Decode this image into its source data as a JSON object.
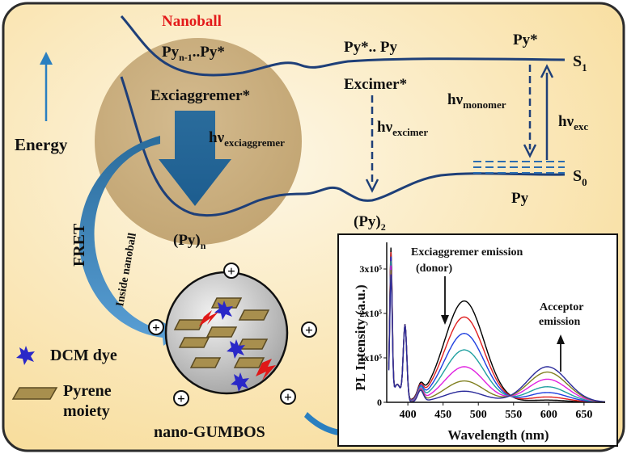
{
  "title": "Nanoball",
  "energy_label": "Energy",
  "states": {
    "s1": "S",
    "s1_sub": "1",
    "s0": "S",
    "s0_sub": "0",
    "py_star_top": "Py*",
    "py_star_pair": "Py*.. Py",
    "py_n1": "Py",
    "py_n1_sub": "n-1",
    "py_n1_rest": "..Py*",
    "exciaggremer": "Exciaggremer*",
    "excimer": "Excimer*",
    "py_ground": "Py",
    "py2": "(Py)",
    "py2_sub": "2",
    "pyn": "(Py)",
    "pyn_sub": "n"
  },
  "transitions": {
    "hv": "hν",
    "exciaggremer_sub": "exciaggremer",
    "excimer_sub": "excimer",
    "monomer_sub": "monomer",
    "exc_sub": "exc"
  },
  "fret_label": "FRET",
  "inside_label": "Inside nanoball",
  "legend": {
    "dye": "DCM dye",
    "pyrene_line1": "Pyrene",
    "pyrene_line2": "moiety"
  },
  "nano_label": "nano-GUMBOS",
  "plus": "+",
  "chart_data": {
    "type": "line",
    "xlabel": "Wavelength (nm)",
    "ylabel": "PL Intensity (a.u.)",
    "xlim": [
      370,
      680
    ],
    "ylim": [
      0,
      360000
    ],
    "x_ticks": [
      "400",
      "450",
      "500",
      "550",
      "600",
      "650"
    ],
    "y_ticks": [
      {
        "v": 0,
        "label": "0"
      },
      {
        "v": 100000,
        "label": "1x10⁵"
      },
      {
        "v": 200000,
        "label": "2x10⁵"
      },
      {
        "v": 300000,
        "label": "3x10⁵"
      }
    ],
    "annotations": {
      "exci": "Exciaggremer emission",
      "donor": "(donor)",
      "acceptor1": "Acceptor",
      "acceptor2": "emission"
    },
    "series": [
      {
        "color": "#000000",
        "donor": 228000,
        "acceptor": 5000
      },
      {
        "color": "#e02020",
        "donor": 192000,
        "acceptor": 12000
      },
      {
        "color": "#2040e0",
        "donor": 155000,
        "acceptor": 22000
      },
      {
        "color": "#20a0a0",
        "donor": 118000,
        "acceptor": 35000
      },
      {
        "color": "#e020e0",
        "donor": 80000,
        "acceptor": 52000
      },
      {
        "color": "#808020",
        "donor": 48000,
        "acceptor": 68000
      },
      {
        "color": "#2a2a9a",
        "donor": 25000,
        "acceptor": 80000
      }
    ]
  }
}
